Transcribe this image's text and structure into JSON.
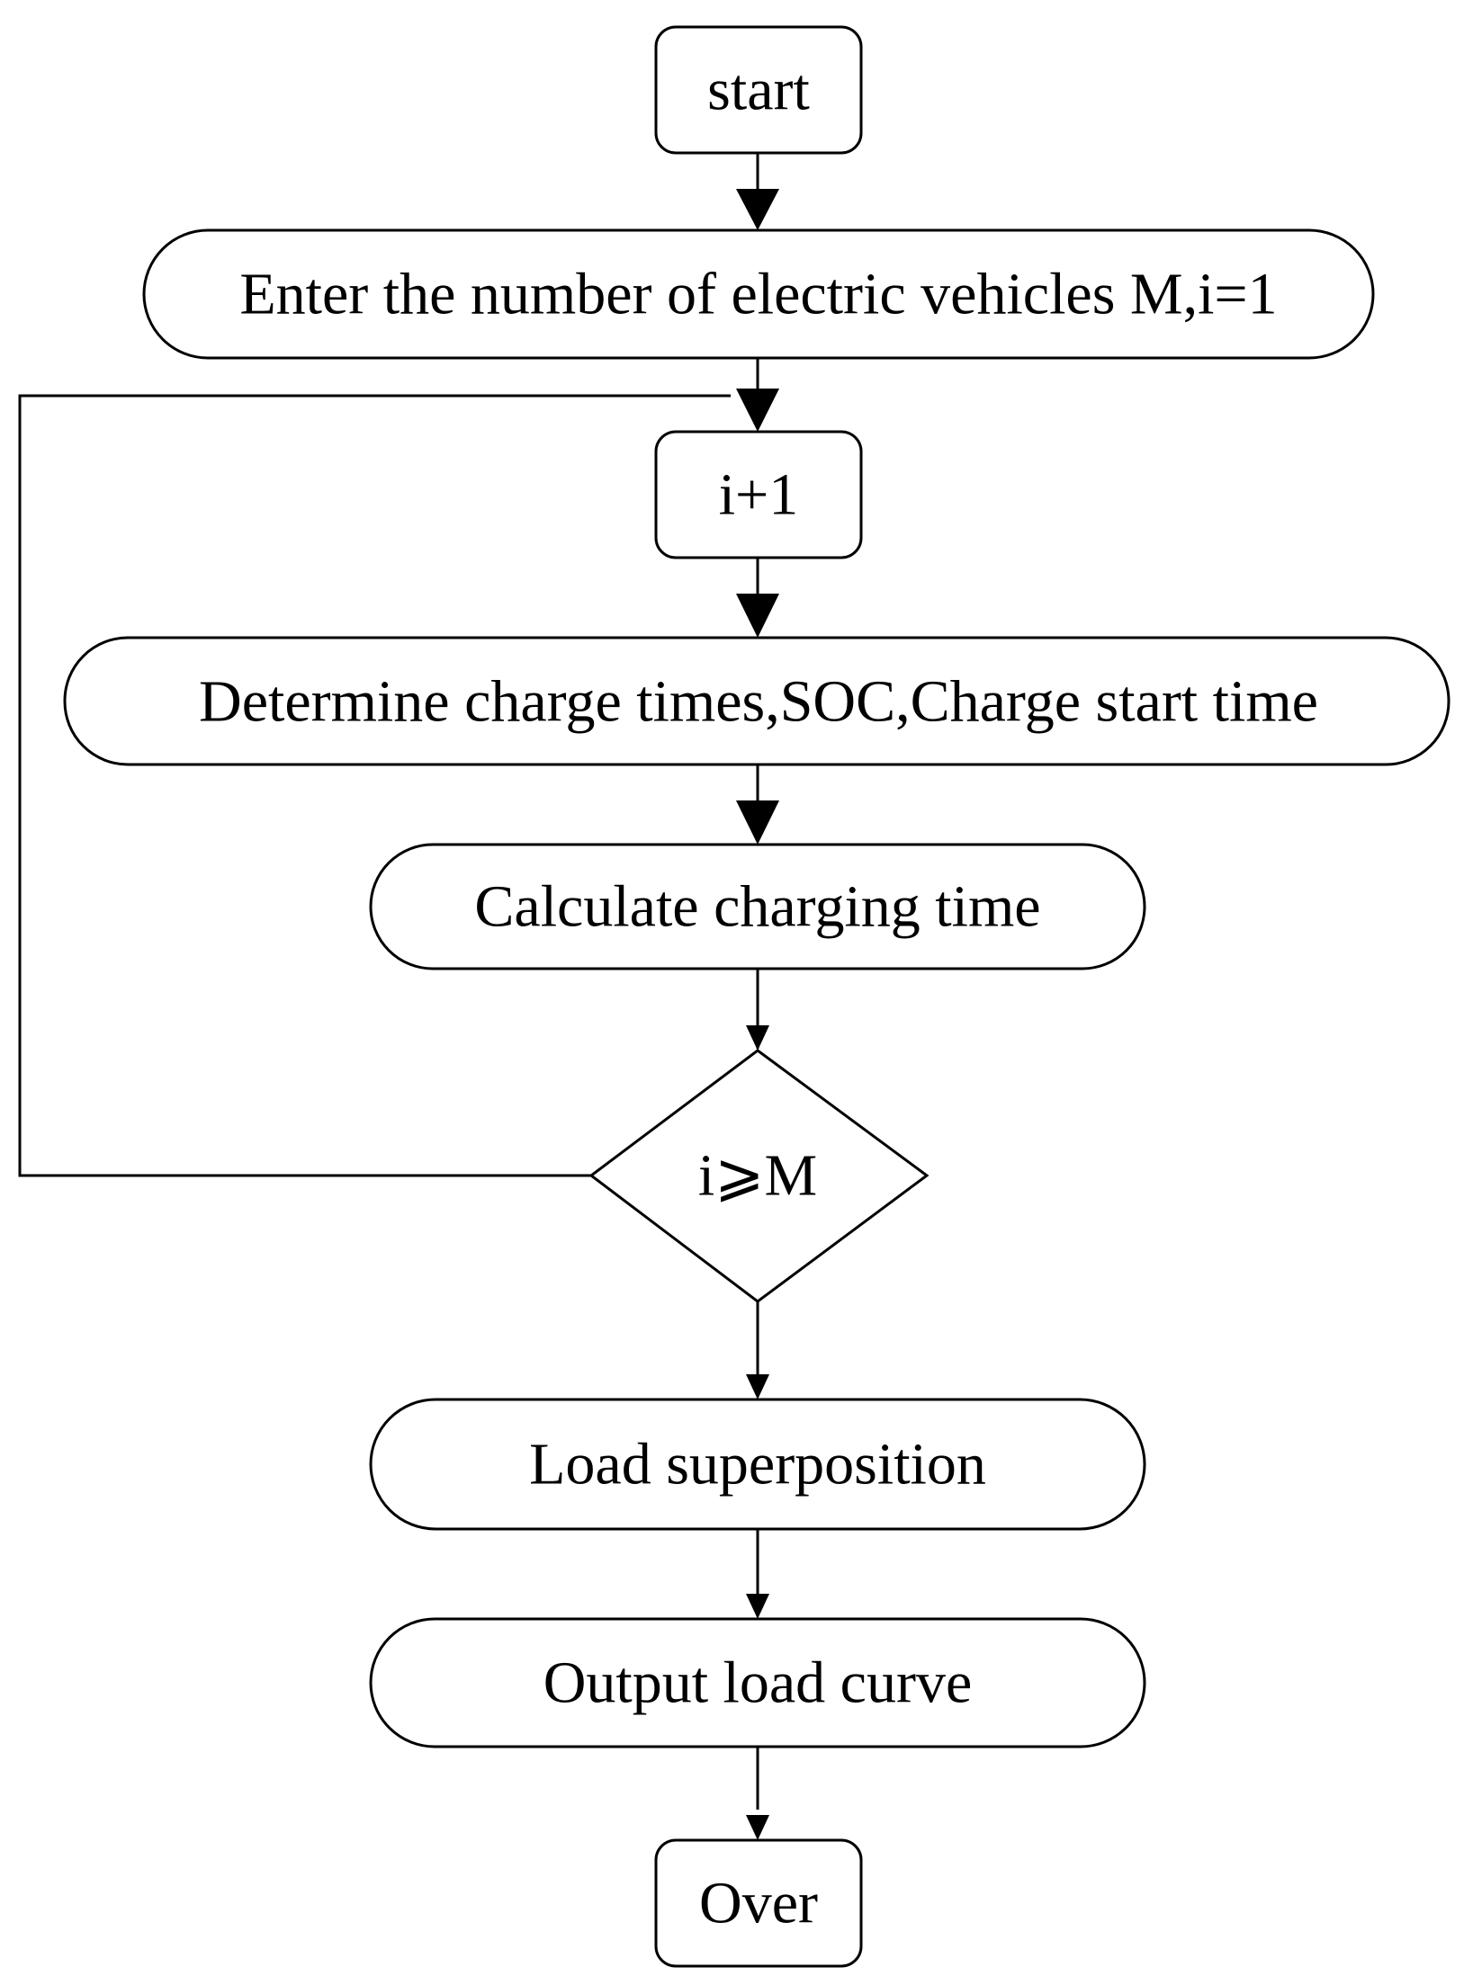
{
  "diagram": {
    "type": "flowchart",
    "nodes": {
      "start": {
        "label": "start",
        "shape": "rounded-rectangle"
      },
      "enter": {
        "label": "Enter the number of electric vehicles M,i=1",
        "shape": "terminal"
      },
      "increment": {
        "label": "i+1",
        "shape": "rounded-rectangle"
      },
      "determine": {
        "label": "Determine charge times,SOC,Charge start time",
        "shape": "terminal"
      },
      "calculate": {
        "label": "Calculate charging time",
        "shape": "terminal"
      },
      "decision": {
        "label": "i⩾M",
        "shape": "diamond"
      },
      "superposition": {
        "label": "Load superposition",
        "shape": "terminal"
      },
      "output": {
        "label": "Output load curve",
        "shape": "terminal"
      },
      "over": {
        "label": "Over",
        "shape": "rounded-rectangle"
      }
    },
    "edges": [
      {
        "from": "start",
        "to": "enter"
      },
      {
        "from": "enter",
        "to": "increment"
      },
      {
        "from": "increment",
        "to": "determine"
      },
      {
        "from": "determine",
        "to": "calculate"
      },
      {
        "from": "calculate",
        "to": "decision"
      },
      {
        "from": "decision",
        "to": "increment",
        "branch": "loop-back"
      },
      {
        "from": "decision",
        "to": "superposition"
      },
      {
        "from": "superposition",
        "to": "output"
      },
      {
        "from": "output",
        "to": "over"
      }
    ],
    "colors": {
      "stroke": "#000000",
      "background": "#ffffff"
    }
  }
}
